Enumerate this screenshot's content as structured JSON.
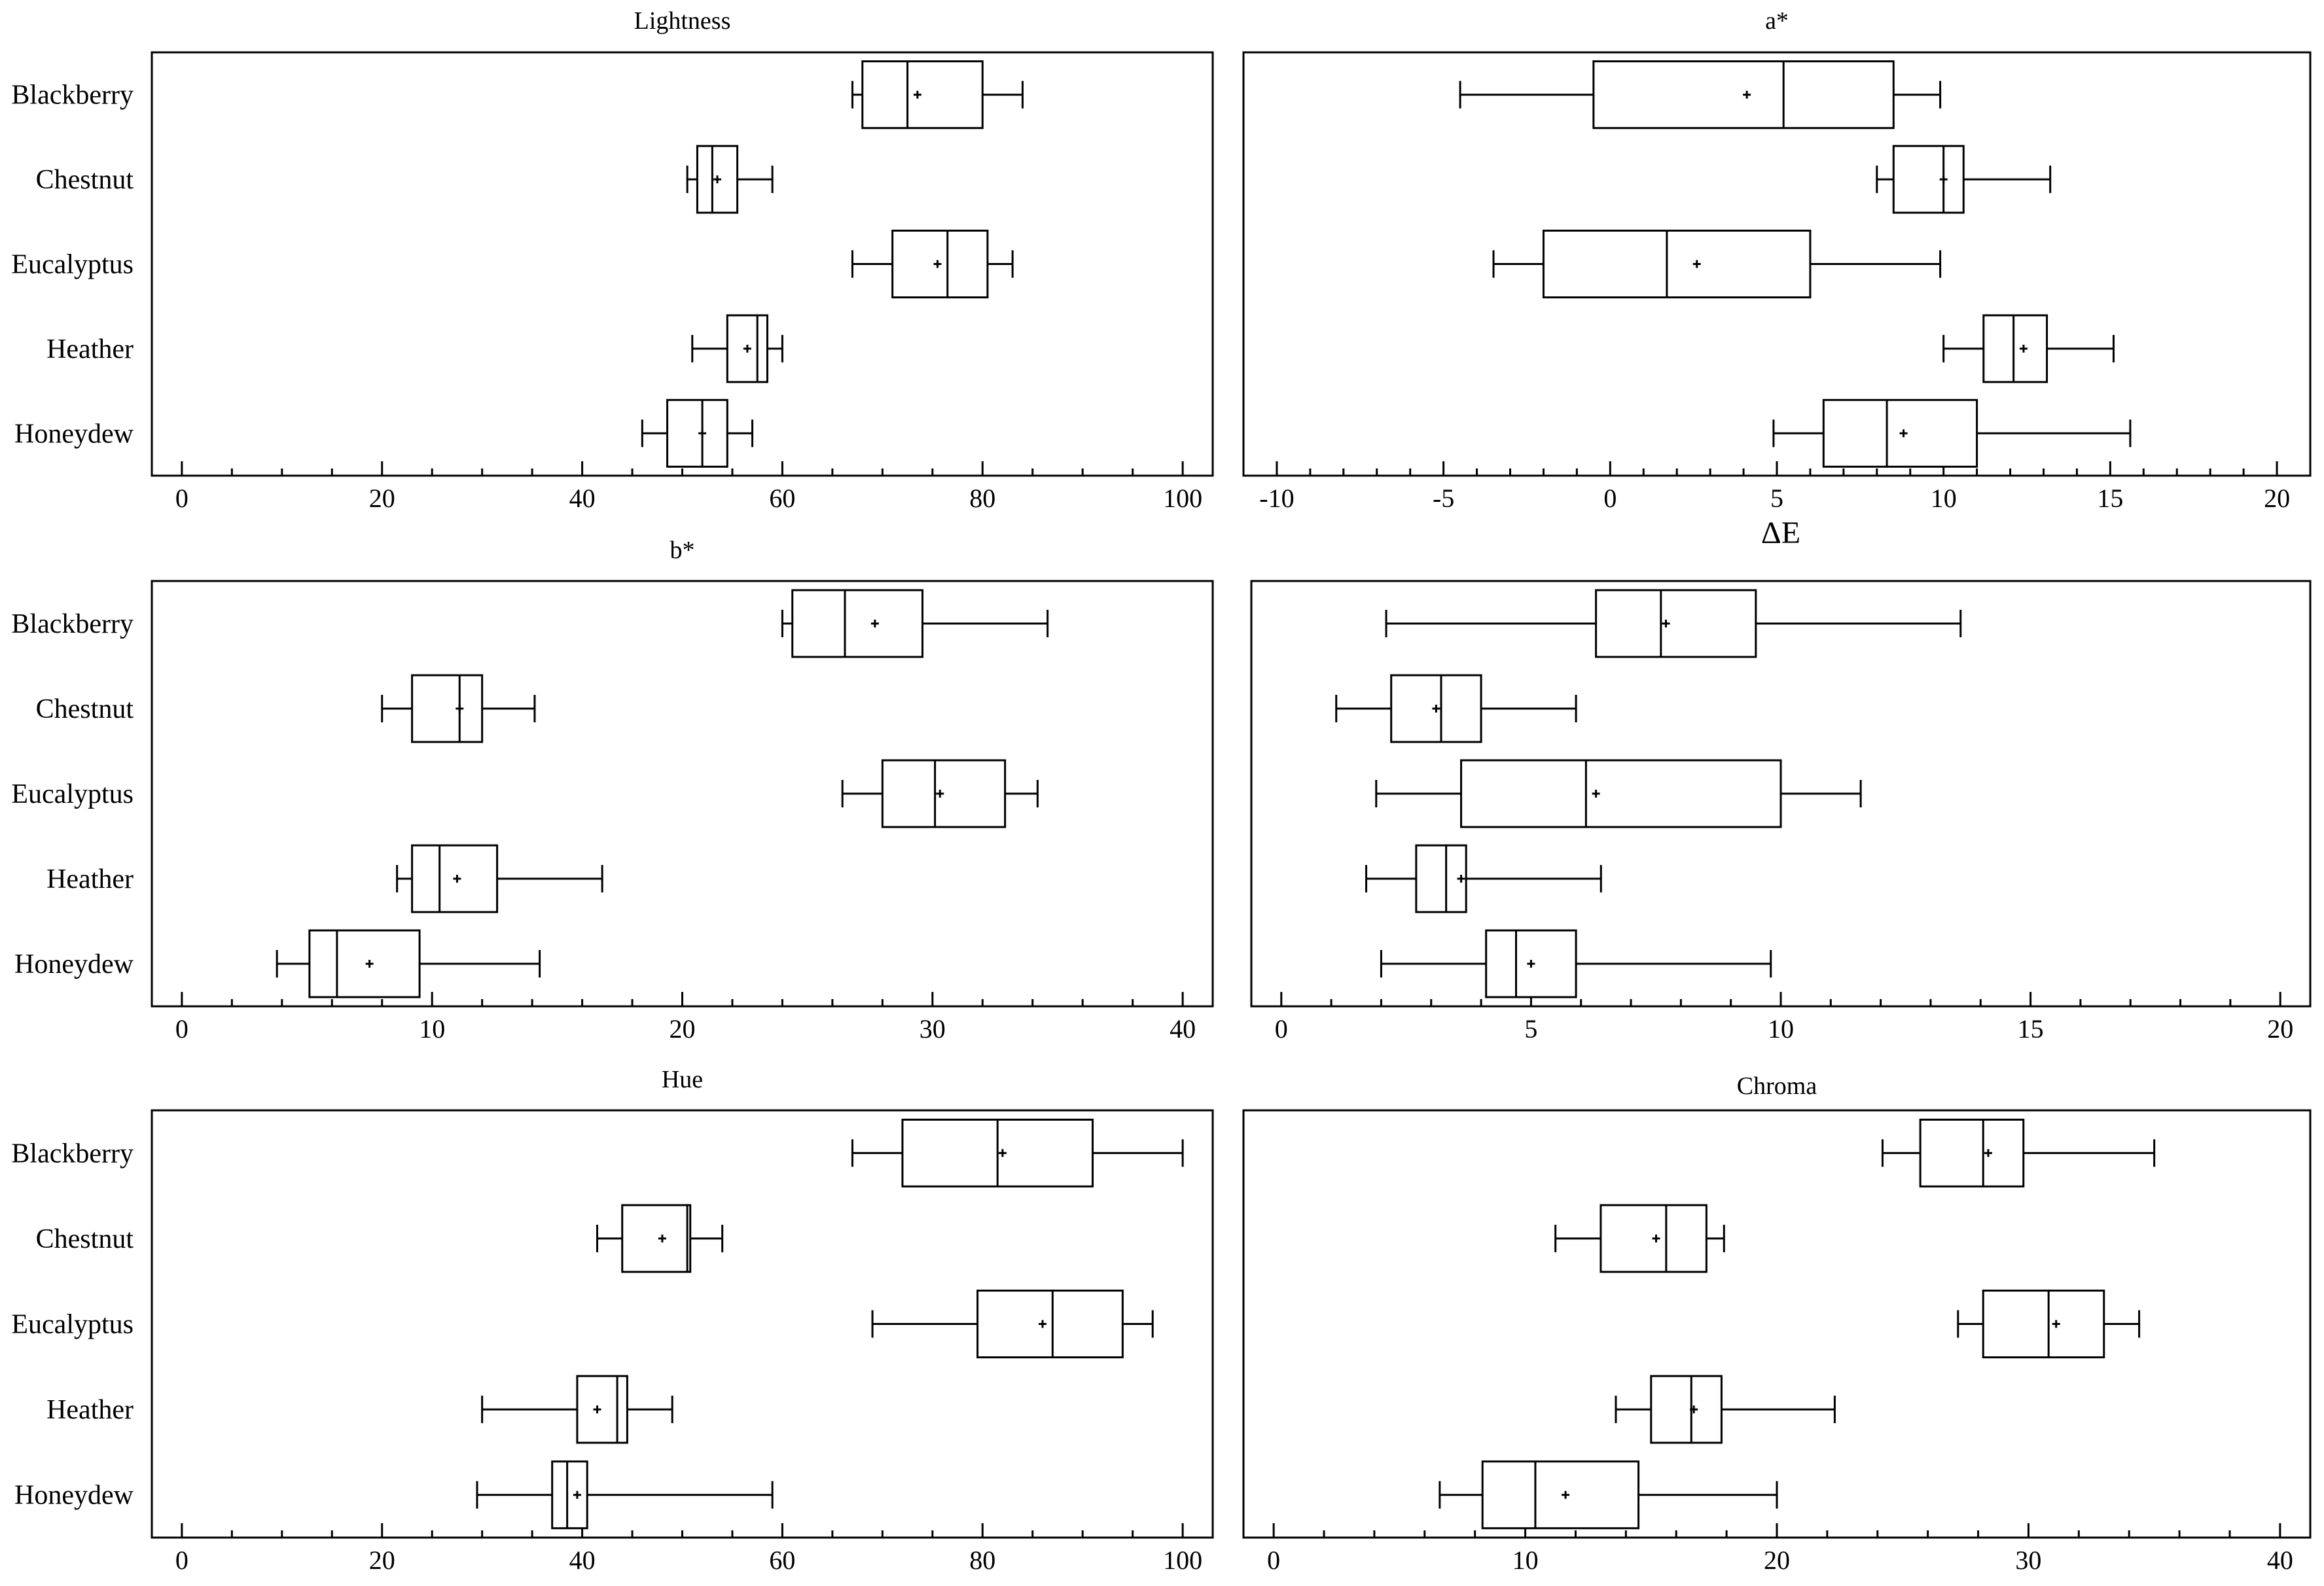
{
  "chart_data": [
    {
      "type": "boxplot",
      "title": "Lightness",
      "xlabel": "",
      "ylabel": "",
      "xlim": [
        -3,
        103
      ],
      "ticks": [
        0,
        20,
        40,
        60,
        80,
        100
      ],
      "tick_labels": [
        "0",
        "20",
        "40",
        "60",
        "80",
        "100"
      ],
      "minor_step": 5,
      "categories": [
        "Blackberry",
        "Chestnut",
        "Eucalyptus",
        "Heather",
        "Honeydew"
      ],
      "boxes": [
        {
          "min": 67.0,
          "q1": 68.0,
          "median": 72.5,
          "mean": 73.5,
          "q3": 80.0,
          "max": 84.0
        },
        {
          "min": 50.5,
          "q1": 51.5,
          "median": 53.0,
          "mean": 53.5,
          "q3": 55.5,
          "max": 59.0
        },
        {
          "min": 67.0,
          "q1": 71.0,
          "median": 76.5,
          "mean": 75.5,
          "q3": 80.5,
          "max": 83.0
        },
        {
          "min": 51.0,
          "q1": 54.5,
          "median": 57.5,
          "mean": 56.5,
          "q3": 58.5,
          "max": 60.0
        },
        {
          "min": 46.0,
          "q1": 48.5,
          "median": 52.0,
          "mean": 52.0,
          "q3": 54.5,
          "max": 57.0
        }
      ]
    },
    {
      "type": "boxplot",
      "title": "a*",
      "xlabel": "",
      "ylabel": "",
      "xlim": [
        -11,
        21
      ],
      "ticks": [
        -10,
        -5,
        0,
        5,
        10,
        15,
        20
      ],
      "tick_labels": [
        "-10",
        "-5",
        "0",
        "5",
        "10",
        "15",
        "20"
      ],
      "minor_step": 1,
      "categories": [
        "Blackberry",
        "Chestnut",
        "Eucalyptus",
        "Heather",
        "Honeydew"
      ],
      "boxes": [
        {
          "min": -4.5,
          "q1": -0.5,
          "median": 5.2,
          "mean": 4.1,
          "q3": 8.5,
          "max": 9.9
        },
        {
          "min": 8.0,
          "q1": 8.5,
          "median": 10.0,
          "mean": 10.0,
          "q3": 10.6,
          "max": 13.2
        },
        {
          "min": -3.5,
          "q1": -2.0,
          "median": 1.7,
          "mean": 2.6,
          "q3": 6.0,
          "max": 9.9
        },
        {
          "min": 10.0,
          "q1": 11.2,
          "median": 12.1,
          "mean": 12.4,
          "q3": 13.1,
          "max": 15.1
        },
        {
          "min": 4.9,
          "q1": 6.4,
          "median": 8.3,
          "mean": 8.8,
          "q3": 11.0,
          "max": 15.6
        }
      ]
    },
    {
      "type": "boxplot",
      "title": "b*",
      "xlabel": "",
      "ylabel": "",
      "xlim": [
        -1.2,
        41.2
      ],
      "ticks": [
        0,
        10,
        20,
        30,
        40
      ],
      "tick_labels": [
        "0",
        "10",
        "20",
        "30",
        "40"
      ],
      "minor_step": 2,
      "categories": [
        "Blackberry",
        "Chestnut",
        "Eucalyptus",
        "Heather",
        "Honeydew"
      ],
      "boxes": [
        {
          "min": 24.0,
          "q1": 24.4,
          "median": 26.5,
          "mean": 27.7,
          "q3": 29.6,
          "max": 34.6
        },
        {
          "min": 8.0,
          "q1": 9.2,
          "median": 11.1,
          "mean": 11.1,
          "q3": 12.0,
          "max": 14.1
        },
        {
          "min": 26.4,
          "q1": 28.0,
          "median": 30.1,
          "mean": 30.3,
          "q3": 32.9,
          "max": 34.2
        },
        {
          "min": 8.6,
          "q1": 9.2,
          "median": 10.3,
          "mean": 11.0,
          "q3": 12.6,
          "max": 16.8
        },
        {
          "min": 3.8,
          "q1": 5.1,
          "median": 6.2,
          "mean": 7.5,
          "q3": 9.5,
          "max": 14.3
        }
      ]
    },
    {
      "type": "boxplot",
      "title": "ΔE",
      "xlabel": "",
      "ylabel": "",
      "xlim": [
        -0.6,
        20.6
      ],
      "ticks": [
        0,
        5,
        10,
        15,
        20
      ],
      "tick_labels": [
        "0",
        "5",
        "10",
        "15",
        "20"
      ],
      "minor_step": 1,
      "categories": [
        "Blackberry",
        "Chestnut",
        "Eucalyptus",
        "Heather",
        "Honeydew"
      ],
      "boxes": [
        {
          "min": 2.1,
          "q1": 6.3,
          "median": 7.6,
          "mean": 7.7,
          "q3": 9.5,
          "max": 13.6
        },
        {
          "min": 1.1,
          "q1": 2.2,
          "median": 3.2,
          "mean": 3.1,
          "q3": 4.0,
          "max": 5.9
        },
        {
          "min": 1.9,
          "q1": 3.6,
          "median": 6.1,
          "mean": 6.3,
          "q3": 10.0,
          "max": 11.6
        },
        {
          "min": 1.7,
          "q1": 2.7,
          "median": 3.3,
          "mean": 3.6,
          "q3": 3.7,
          "max": 6.4
        },
        {
          "min": 2.0,
          "q1": 4.1,
          "median": 4.7,
          "mean": 5.0,
          "q3": 5.9,
          "max": 9.8
        }
      ]
    },
    {
      "type": "boxplot",
      "title": "Hue",
      "xlabel": "",
      "ylabel": "",
      "xlim": [
        -3,
        103
      ],
      "ticks": [
        0,
        20,
        40,
        60,
        80,
        100
      ],
      "tick_labels": [
        "0",
        "20",
        "40",
        "60",
        "80",
        "100"
      ],
      "minor_step": 5,
      "categories": [
        "Blackberry",
        "Chestnut",
        "Eucalyptus",
        "Heather",
        "Honeydew"
      ],
      "boxes": [
        {
          "min": 67.0,
          "q1": 72.0,
          "median": 81.5,
          "mean": 82.0,
          "q3": 91.0,
          "max": 100.0
        },
        {
          "min": 41.5,
          "q1": 44.0,
          "median": 50.5,
          "mean": 48.0,
          "q3": 50.8,
          "max": 54.0
        },
        {
          "min": 69.0,
          "q1": 79.5,
          "median": 87.0,
          "mean": 86.0,
          "q3": 94.0,
          "max": 97.0
        },
        {
          "min": 30.0,
          "q1": 39.5,
          "median": 43.5,
          "mean": 41.5,
          "q3": 44.5,
          "max": 49.0
        },
        {
          "min": 29.5,
          "q1": 37.0,
          "median": 38.5,
          "mean": 39.5,
          "q3": 40.5,
          "max": 59.0
        }
      ]
    },
    {
      "type": "boxplot",
      "title": "Chroma",
      "xlabel": "",
      "ylabel": "",
      "xlim": [
        -1.2,
        41.2
      ],
      "ticks": [
        0,
        10,
        20,
        30,
        40
      ],
      "tick_labels": [
        "0",
        "10",
        "20",
        "30",
        "40"
      ],
      "minor_step": 2,
      "categories": [
        "Blackberry",
        "Chestnut",
        "Eucalyptus",
        "Heather",
        "Honeydew"
      ],
      "boxes": [
        {
          "min": 24.2,
          "q1": 25.7,
          "median": 28.2,
          "mean": 28.4,
          "q3": 29.8,
          "max": 35.0
        },
        {
          "min": 11.2,
          "q1": 13.0,
          "median": 15.6,
          "mean": 15.2,
          "q3": 17.2,
          "max": 17.9
        },
        {
          "min": 27.2,
          "q1": 28.2,
          "median": 30.8,
          "mean": 31.1,
          "q3": 33.0,
          "max": 34.4
        },
        {
          "min": 13.6,
          "q1": 15.0,
          "median": 16.6,
          "mean": 16.7,
          "q3": 17.8,
          "max": 22.3
        },
        {
          "min": 6.6,
          "q1": 8.3,
          "median": 10.4,
          "mean": 11.6,
          "q3": 14.5,
          "max": 20.0
        }
      ]
    }
  ]
}
